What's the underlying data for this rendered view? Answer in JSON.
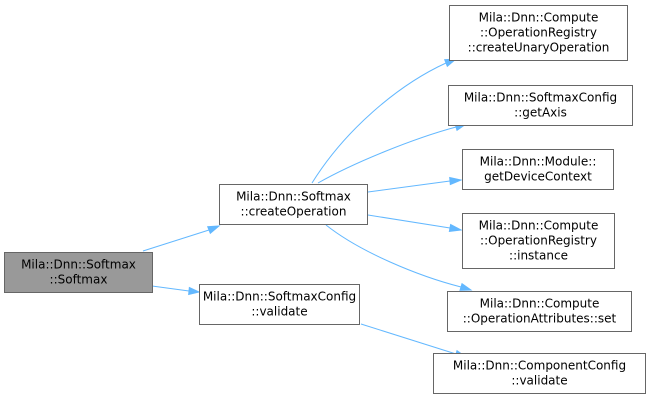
{
  "nodes": [
    {
      "id": "softmax",
      "lines": [
        "Mila::Dnn::Softmax",
        "::Softmax"
      ],
      "highlight": true
    },
    {
      "id": "createOperation",
      "lines": [
        "Mila::Dnn::Softmax",
        "::createOperation"
      ]
    },
    {
      "id": "softmaxConfigValidate",
      "lines": [
        "Mila::Dnn::SoftmaxConfig",
        "::validate"
      ]
    },
    {
      "id": "createUnaryOperation",
      "lines": [
        "Mila::Dnn::Compute",
        "::OperationRegistry",
        "::createUnaryOperation"
      ]
    },
    {
      "id": "getAxis",
      "lines": [
        "Mila::Dnn::SoftmaxConfig",
        "::getAxis"
      ]
    },
    {
      "id": "getDeviceContext",
      "lines": [
        "Mila::Dnn::Module::",
        "getDeviceContext"
      ]
    },
    {
      "id": "instance",
      "lines": [
        "Mila::Dnn::Compute",
        "::OperationRegistry",
        "::instance"
      ]
    },
    {
      "id": "attributesSet",
      "lines": [
        "Mila::Dnn::Compute",
        "::OperationAttributes::set"
      ]
    },
    {
      "id": "componentConfigValidate",
      "lines": [
        "Mila::Dnn::ComponentConfig",
        "::validate"
      ]
    }
  ],
  "edges": [
    {
      "from": "softmax",
      "to": "createOperation"
    },
    {
      "from": "softmax",
      "to": "softmaxConfigValidate"
    },
    {
      "from": "createOperation",
      "to": "createUnaryOperation"
    },
    {
      "from": "createOperation",
      "to": "getAxis"
    },
    {
      "from": "createOperation",
      "to": "getDeviceContext"
    },
    {
      "from": "createOperation",
      "to": "instance"
    },
    {
      "from": "createOperation",
      "to": "attributesSet"
    },
    {
      "from": "softmaxConfigValidate",
      "to": "componentConfigValidate"
    }
  ],
  "colors": {
    "highlight_fill": "#999999",
    "node_fill": "#ffffff",
    "node_border": "#666666",
    "edge": "#63b8ff"
  }
}
